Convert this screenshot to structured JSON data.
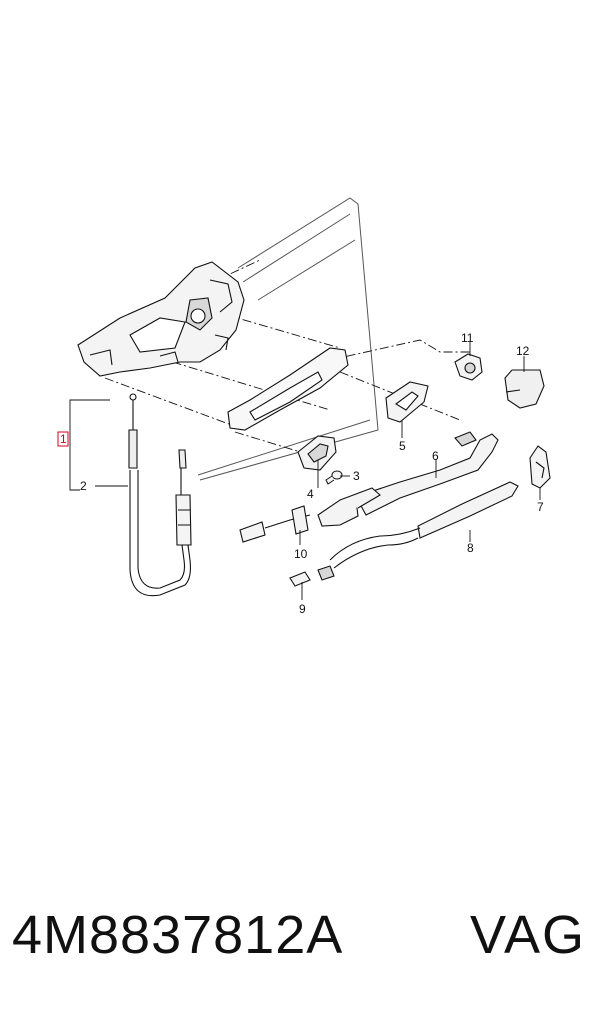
{
  "diagram": {
    "callouts": [
      {
        "id": "1",
        "label": "1",
        "boxed": true
      },
      {
        "id": "2",
        "label": "2"
      },
      {
        "id": "3",
        "label": "3"
      },
      {
        "id": "4",
        "label": "4"
      },
      {
        "id": "5",
        "label": "5"
      },
      {
        "id": "6",
        "label": "6"
      },
      {
        "id": "7",
        "label": "7"
      },
      {
        "id": "8",
        "label": "8"
      },
      {
        "id": "9",
        "label": "9"
      },
      {
        "id": "10",
        "label": "10"
      },
      {
        "id": "11",
        "label": "11"
      },
      {
        "id": "12",
        "label": "12"
      }
    ],
    "colors": {
      "line": "#111111",
      "part_fill": "#f4f4f4",
      "part_shade": "#d8d8d8",
      "door_line": "#555555",
      "callout_box": "#d0021b"
    }
  },
  "footer": {
    "part_number": "4M8837812A",
    "brand": "VAG"
  }
}
